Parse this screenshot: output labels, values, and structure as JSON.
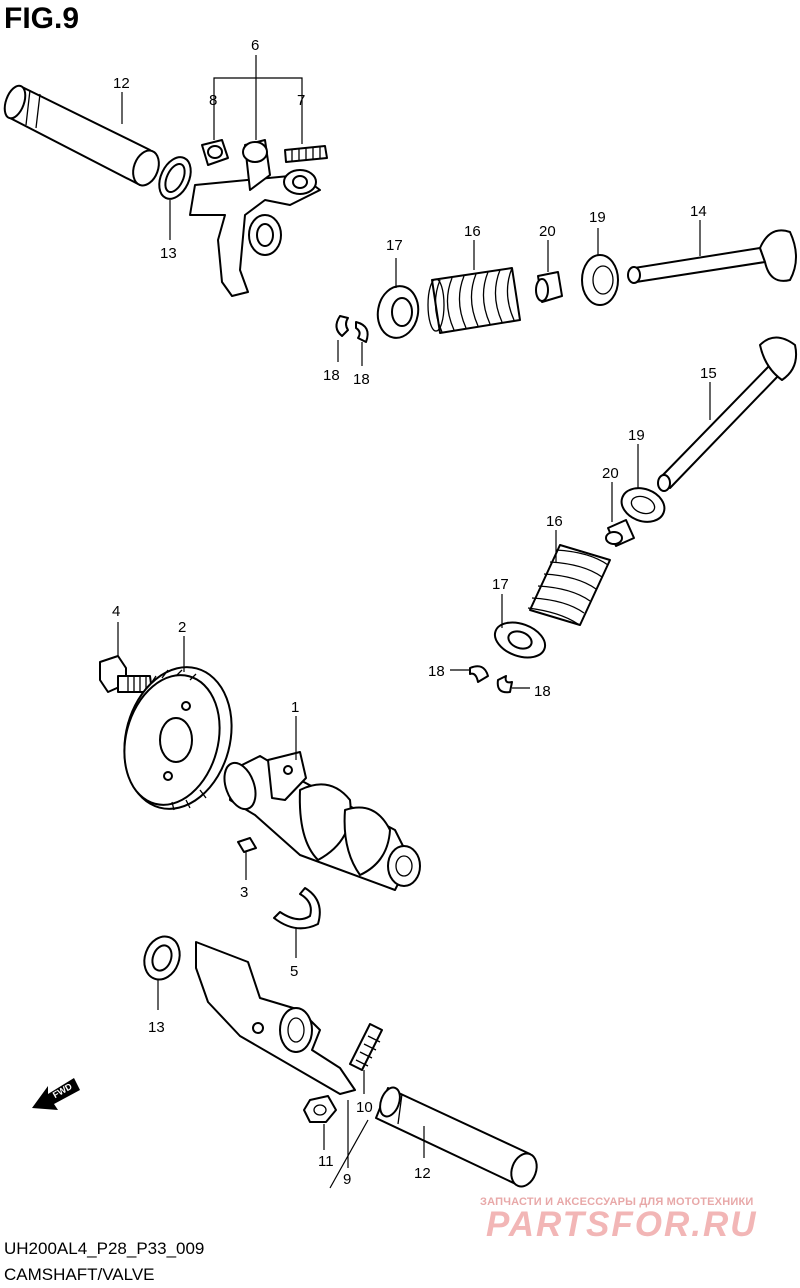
{
  "figure": {
    "title": "FIG.9",
    "model_code": "UH200AL4_P28_P33_009",
    "section_name": "CAMSHAFT/VALVE"
  },
  "watermark": {
    "tagline": "ЗАПЧАСТИ И АКСЕССУАРЫ ДЛЯ МОТОТЕХНИКИ",
    "brand": "PARTSFOR.RU"
  },
  "fwd_label": "FWD",
  "callouts": {
    "c1": "1",
    "c2": "2",
    "c3": "3",
    "c4": "4",
    "c5": "5",
    "c6": "6",
    "c7": "7",
    "c8": "8",
    "c9": "9",
    "c10": "10",
    "c11": "11",
    "c12_top": "12",
    "c12_bottom": "12",
    "c13_top": "13",
    "c13_bottom": "13",
    "c14": "14",
    "c15": "15",
    "c16_top": "16",
    "c16_bottom": "16",
    "c17_top": "17",
    "c17_bottom": "17",
    "c18_a": "18",
    "c18_b": "18",
    "c18_c": "18",
    "c18_d": "18",
    "c19_top": "19",
    "c19_bottom": "19",
    "c20_top": "20",
    "c20_bottom": "20"
  }
}
